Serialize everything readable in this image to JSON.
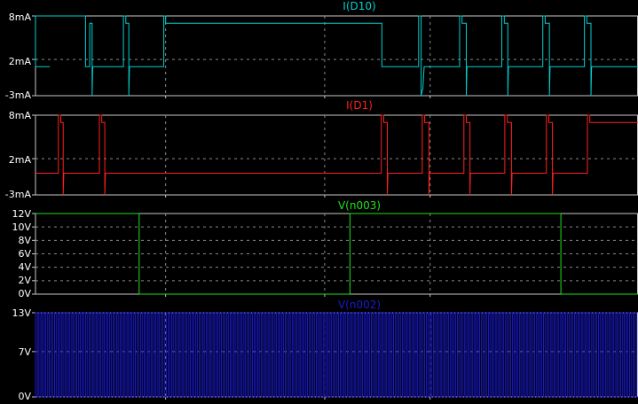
{
  "chart_data": [
    {
      "type": "line",
      "title": "I(D10)",
      "color": "#00d0d0",
      "ylim": [
        -3,
        8
      ],
      "y_ticks": [
        "8mA",
        "2mA",
        "-3mA"
      ],
      "y_tick_values": [
        8,
        2,
        -3
      ],
      "x_grid": [
        0.216,
        0.48,
        0.655
      ],
      "y_grid": [
        2
      ],
      "baseline": 1,
      "points": [
        [
          0.0,
          1
        ],
        [
          0.0,
          8
        ],
        [
          0.083,
          8
        ],
        [
          0.083,
          1
        ],
        [
          0.09,
          1
        ],
        [
          0.09,
          7
        ],
        [
          0.094,
          7
        ],
        [
          0.094,
          -3
        ],
        [
          0.095,
          1
        ],
        [
          0.146,
          1
        ],
        [
          0.146,
          8
        ],
        [
          0.15,
          8
        ],
        [
          0.15,
          7
        ],
        [
          0.155,
          7
        ],
        [
          0.155,
          -3
        ],
        [
          0.156,
          1
        ],
        [
          0.213,
          1
        ],
        [
          0.213,
          8
        ],
        [
          0.216,
          8
        ],
        [
          0.216,
          7
        ],
        [
          0.575,
          7
        ],
        [
          0.575,
          1
        ],
        [
          0.636,
          1
        ],
        [
          0.636,
          8
        ],
        [
          0.64,
          8
        ],
        [
          0.64,
          -3
        ],
        [
          0.643,
          -2
        ],
        [
          0.645,
          1
        ],
        [
          0.704,
          1
        ],
        [
          0.704,
          8
        ],
        [
          0.708,
          8
        ],
        [
          0.708,
          7
        ],
        [
          0.715,
          7
        ],
        [
          0.715,
          -3
        ],
        [
          0.716,
          1
        ],
        [
          0.774,
          1
        ],
        [
          0.774,
          8
        ],
        [
          0.778,
          8
        ],
        [
          0.778,
          7
        ],
        [
          0.784,
          7
        ],
        [
          0.784,
          -3
        ],
        [
          0.785,
          1
        ],
        [
          0.842,
          1
        ],
        [
          0.842,
          8
        ],
        [
          0.846,
          8
        ],
        [
          0.846,
          7
        ],
        [
          0.853,
          7
        ],
        [
          0.853,
          -3
        ],
        [
          0.854,
          1
        ],
        [
          0.911,
          1
        ],
        [
          0.911,
          8
        ],
        [
          0.915,
          8
        ],
        [
          0.915,
          7
        ],
        [
          0.922,
          7
        ],
        [
          0.922,
          -3
        ],
        [
          0.923,
          1
        ],
        [
          1.0,
          1
        ]
      ]
    },
    {
      "type": "line",
      "title": "I(D1)",
      "color": "#ff2020",
      "ylim": [
        -3,
        8
      ],
      "y_ticks": [
        "8mA",
        "2mA",
        "-3mA"
      ],
      "y_tick_values": [
        8,
        2,
        -3
      ],
      "x_grid": [
        0.216,
        0.48,
        0.655
      ],
      "y_grid": [
        2
      ],
      "baseline": 0,
      "points": [
        [
          0.0,
          0
        ],
        [
          0.038,
          0
        ],
        [
          0.038,
          8
        ],
        [
          0.042,
          8
        ],
        [
          0.042,
          7
        ],
        [
          0.046,
          7
        ],
        [
          0.046,
          -3
        ],
        [
          0.047,
          0
        ],
        [
          0.106,
          0
        ],
        [
          0.106,
          8
        ],
        [
          0.11,
          8
        ],
        [
          0.11,
          7
        ],
        [
          0.115,
          7
        ],
        [
          0.115,
          -3
        ],
        [
          0.116,
          0
        ],
        [
          0.574,
          0
        ],
        [
          0.574,
          8
        ],
        [
          0.578,
          8
        ],
        [
          0.578,
          7
        ],
        [
          0.584,
          7
        ],
        [
          0.584,
          -3
        ],
        [
          0.585,
          0
        ],
        [
          0.642,
          0
        ],
        [
          0.642,
          8
        ],
        [
          0.646,
          8
        ],
        [
          0.646,
          7
        ],
        [
          0.653,
          7
        ],
        [
          0.653,
          -3
        ],
        [
          0.654,
          0
        ],
        [
          0.711,
          0
        ],
        [
          0.711,
          8
        ],
        [
          0.715,
          8
        ],
        [
          0.715,
          7
        ],
        [
          0.721,
          7
        ],
        [
          0.721,
          -3
        ],
        [
          0.722,
          0
        ],
        [
          0.779,
          0
        ],
        [
          0.779,
          8
        ],
        [
          0.783,
          8
        ],
        [
          0.783,
          7
        ],
        [
          0.79,
          7
        ],
        [
          0.79,
          -3
        ],
        [
          0.791,
          0
        ],
        [
          0.848,
          0
        ],
        [
          0.848,
          8
        ],
        [
          0.852,
          8
        ],
        [
          0.852,
          7
        ],
        [
          0.858,
          7
        ],
        [
          0.858,
          -3
        ],
        [
          0.859,
          0
        ],
        [
          0.916,
          0
        ],
        [
          0.916,
          8
        ],
        [
          0.92,
          8
        ],
        [
          0.92,
          7
        ],
        [
          1.0,
          7
        ]
      ]
    },
    {
      "type": "line",
      "title": "V(n003)",
      "color": "#20e020",
      "ylim": [
        0,
        12
      ],
      "y_ticks": [
        "12V",
        "10V",
        "8V",
        "6V",
        "4V",
        "2V",
        "0V"
      ],
      "y_tick_values": [
        12,
        10,
        8,
        6,
        4,
        2,
        0
      ],
      "x_grid": [
        0.216,
        0.48,
        0.655
      ],
      "y_grid": [
        10,
        8,
        6,
        4,
        2
      ],
      "points": [
        [
          0.0,
          12
        ],
        [
          0.172,
          12
        ],
        [
          0.172,
          0
        ],
        [
          0.522,
          0
        ],
        [
          0.522,
          12
        ],
        [
          0.872,
          12
        ],
        [
          0.872,
          0
        ],
        [
          1.0,
          0
        ]
      ]
    },
    {
      "type": "line",
      "title": "V(n002)",
      "color": "#1a1ad0",
      "ylim": [
        0,
        13
      ],
      "y_ticks": [
        "13V",
        "7V",
        "0V"
      ],
      "y_tick_values": [
        13,
        7,
        0
      ],
      "x_grid": [
        0.216,
        0.48,
        0.655
      ],
      "y_grid": [
        7
      ],
      "pwm_pulse_count": 175,
      "high": 13,
      "low": 0
    }
  ]
}
